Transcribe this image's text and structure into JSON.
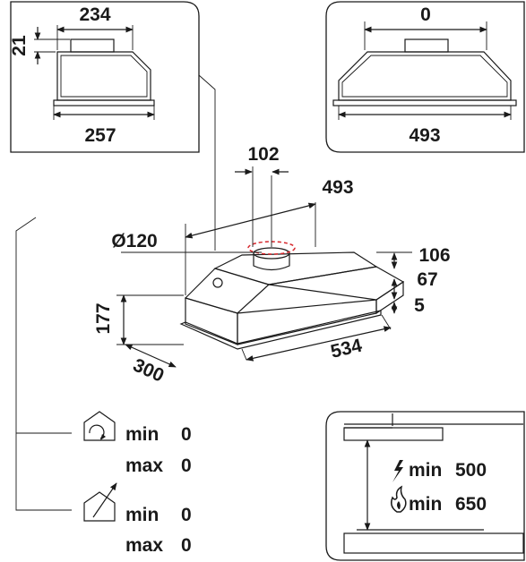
{
  "views": {
    "side": {
      "width_top": "234",
      "height": "21",
      "width_bottom": "257"
    },
    "front": {
      "top": "0",
      "width_bottom": "493"
    },
    "main": {
      "outlet_spacing": "102",
      "width_rear": "493",
      "outlet_diameter": "Ø120",
      "h_106": "106",
      "h_67": "67",
      "h_5": "5",
      "height": "177",
      "depth": "300",
      "width": "534"
    }
  },
  "airflow": {
    "recirculation": {
      "min_label": "min",
      "min_value": "0",
      "max_label": "max",
      "max_value": "0",
      "icon": "recirculation-house-icon"
    },
    "extraction": {
      "min_label": "min",
      "min_value": "0",
      "max_label": "max",
      "max_value": "0",
      "icon": "extraction-house-icon"
    }
  },
  "clearance": {
    "electric": {
      "label": "min",
      "value": "500",
      "icon": "lightning-icon"
    },
    "gas": {
      "label": "min",
      "value": "650",
      "icon": "flame-icon"
    }
  }
}
